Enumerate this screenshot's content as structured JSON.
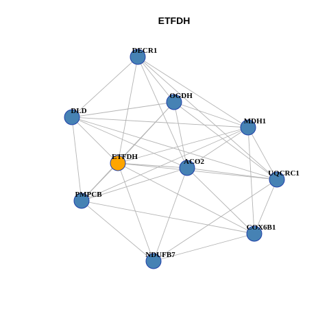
{
  "title": "ETFDH",
  "colors": {
    "node": "#4682b4",
    "highlight": "#ffa500",
    "edge": "#b3b3b3",
    "node_border": "#1f3fa8"
  },
  "nodes": [
    {
      "id": "DECR1",
      "label": "DECR1",
      "highlight": false
    },
    {
      "id": "OGDH",
      "label": "OGDH",
      "highlight": false
    },
    {
      "id": "DLD",
      "label": "DLD",
      "highlight": false
    },
    {
      "id": "MDH1",
      "label": "MDH1",
      "highlight": false
    },
    {
      "id": "ETFDH",
      "label": "ETFDH",
      "highlight": true
    },
    {
      "id": "ACO2",
      "label": "ACO2",
      "highlight": false
    },
    {
      "id": "UQCRC1",
      "label": "UQCRC1",
      "highlight": false
    },
    {
      "id": "PMPCB",
      "label": "PMPCB",
      "highlight": false
    },
    {
      "id": "COX6B1",
      "label": "COX6B1",
      "highlight": false
    },
    {
      "id": "NDUFB7",
      "label": "NDUFB7",
      "highlight": false
    }
  ],
  "edges": [
    [
      "DECR1",
      "OGDH"
    ],
    [
      "DECR1",
      "DLD"
    ],
    [
      "DECR1",
      "MDH1"
    ],
    [
      "DECR1",
      "ETFDH"
    ],
    [
      "DECR1",
      "ACO2"
    ],
    [
      "DECR1",
      "UQCRC1"
    ],
    [
      "OGDH",
      "DLD"
    ],
    [
      "OGDH",
      "MDH1"
    ],
    [
      "OGDH",
      "ETFDH"
    ],
    [
      "OGDH",
      "ACO2"
    ],
    [
      "OGDH",
      "PMPCB"
    ],
    [
      "OGDH",
      "UQCRC1"
    ],
    [
      "DLD",
      "MDH1"
    ],
    [
      "DLD",
      "ETFDH"
    ],
    [
      "DLD",
      "ACO2"
    ],
    [
      "DLD",
      "PMPCB"
    ],
    [
      "DLD",
      "UQCRC1"
    ],
    [
      "MDH1",
      "ETFDH"
    ],
    [
      "MDH1",
      "ACO2"
    ],
    [
      "MDH1",
      "PMPCB"
    ],
    [
      "MDH1",
      "UQCRC1"
    ],
    [
      "MDH1",
      "COX6B1"
    ],
    [
      "ETFDH",
      "ACO2"
    ],
    [
      "ETFDH",
      "PMPCB"
    ],
    [
      "ETFDH",
      "NDUFB7"
    ],
    [
      "ETFDH",
      "COX6B1"
    ],
    [
      "ETFDH",
      "UQCRC1"
    ],
    [
      "ACO2",
      "PMPCB"
    ],
    [
      "ACO2",
      "NDUFB7"
    ],
    [
      "ACO2",
      "UQCRC1"
    ],
    [
      "ACO2",
      "COX6B1"
    ],
    [
      "UQCRC1",
      "COX6B1"
    ],
    [
      "UQCRC1",
      "NDUFB7"
    ],
    [
      "PMPCB",
      "NDUFB7"
    ],
    [
      "PMPCB",
      "COX6B1"
    ],
    [
      "COX6B1",
      "NDUFB7"
    ]
  ]
}
